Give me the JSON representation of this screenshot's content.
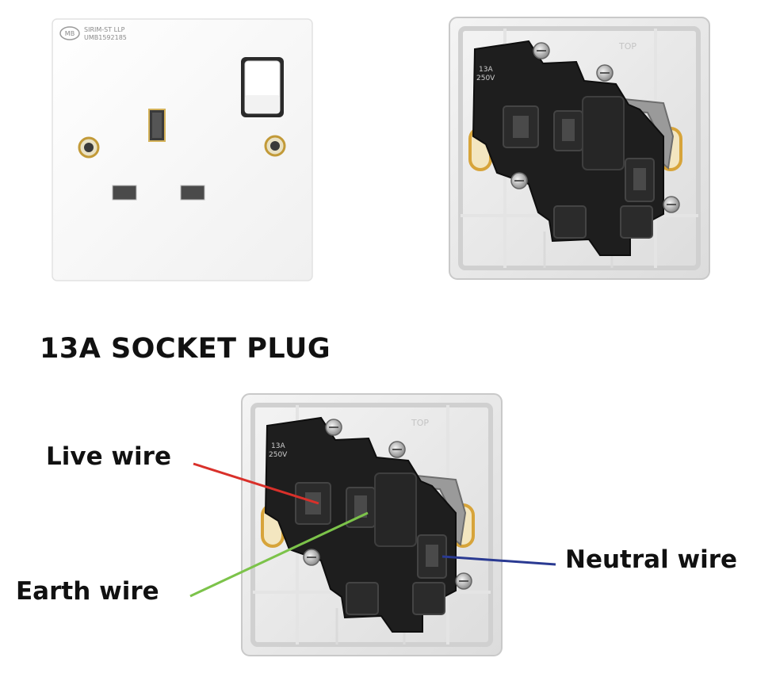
{
  "title": "13A SOCKET PLUG",
  "front_plate": {
    "brand_line1": "SIRIM-ST LLP",
    "brand_line2": "UMB1592185",
    "logo": "MB"
  },
  "back_plate": {
    "rating_line1": "13A",
    "rating_line2": "250V",
    "top_mark": "TOP"
  },
  "labels": {
    "live": "Live wire",
    "earth": "Earth wire",
    "neutral": "Neutral wire"
  },
  "colors": {
    "live": "#d9302a",
    "earth": "#7cc34a",
    "neutral": "#2a3a92"
  }
}
